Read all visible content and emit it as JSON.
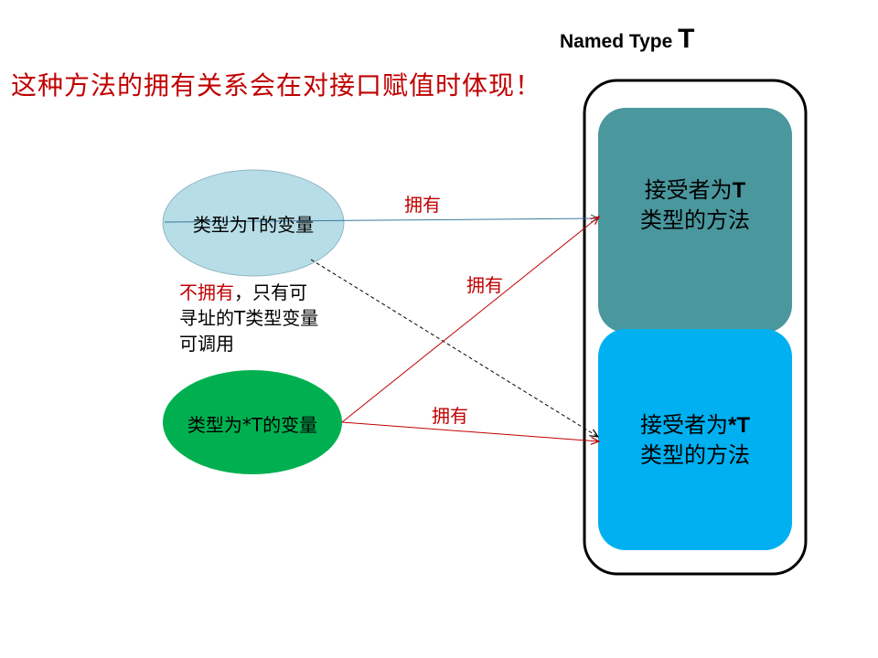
{
  "headline": "这种方法的拥有关系会在对接口赋值时体现！",
  "named_type": {
    "prefix": "Named Type",
    "letter": "T"
  },
  "nodes": {
    "t_var": {
      "label": "类型为T的变量",
      "color": "#b7dde6"
    },
    "ptr_var": {
      "label": "类型为*T的变量",
      "color": "#00b050"
    }
  },
  "methods": {
    "t_receiver": {
      "line1_prefix": "接受者为",
      "line1_symbol": "T",
      "line2": "类型的方法",
      "color": "#4a979e"
    },
    "ptr_receiver": {
      "line1_prefix": "接受者为",
      "line1_symbol": "*T",
      "line2": "类型的方法",
      "color": "#00b0f0"
    }
  },
  "edges": {
    "t_to_t_method": "拥有",
    "ptr_to_t_method": "拥有",
    "ptr_to_ptr_method": "拥有"
  },
  "note": {
    "red_part": "不拥有",
    "rest_line1": "，只有可",
    "line2": "寻址的T类型变量",
    "line3": "可调用"
  },
  "colors": {
    "owns_arrow": "#c00000",
    "t_arrow": "#3a7aa0",
    "not_owned_line": "#000000",
    "container_border": "#000000"
  }
}
